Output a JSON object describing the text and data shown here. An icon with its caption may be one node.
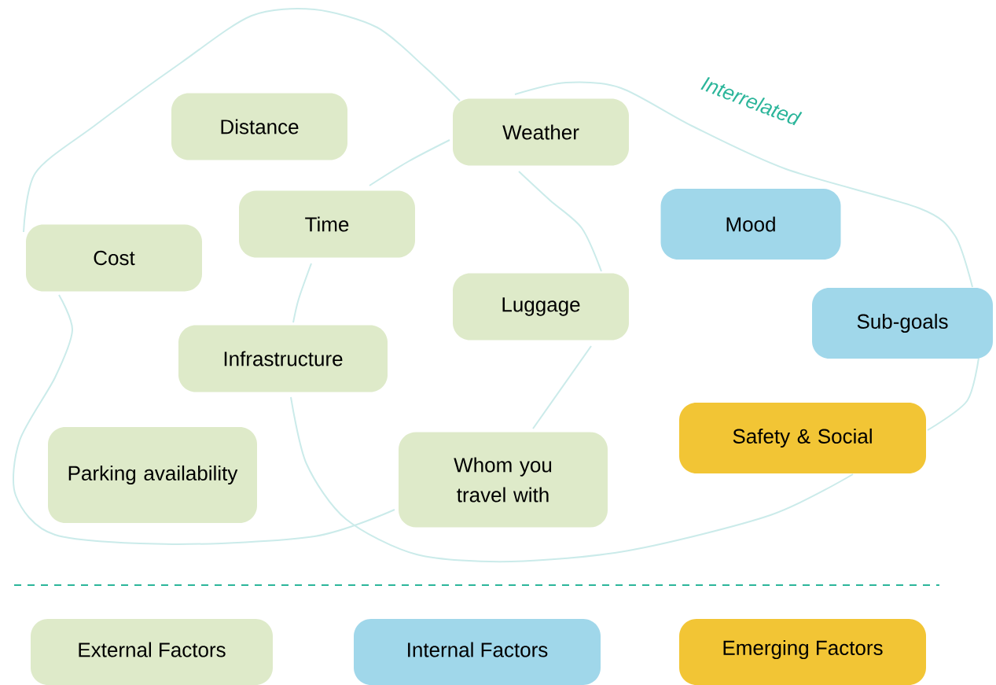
{
  "diagram": {
    "nodes": [
      {
        "text": [
          "Distance"
        ]
      },
      {
        "text": [
          "Weather"
        ]
      },
      {
        "text": [
          "Time"
        ]
      },
      {
        "text": [
          "Cost"
        ]
      },
      {
        "text": [
          "Mood"
        ]
      },
      {
        "text": [
          "Luggage"
        ]
      },
      {
        "text": [
          "Sub-goals"
        ]
      },
      {
        "text": [
          "Infrastructure"
        ]
      },
      {
        "text": [
          "Safety & Social"
        ]
      },
      {
        "text": [
          "Parking availability"
        ]
      },
      {
        "text": [
          "Whom you travel with"
        ]
      }
    ],
    "labels": [
      "Interrelated"
    ],
    "legend": [
      {
        "text": "External Factors",
        "color": "#deeac9"
      },
      {
        "text": "Internal Factors",
        "color": "#a0d7ea"
      },
      {
        "text": "Emerging Factors",
        "color": "#f2c535"
      }
    ]
  }
}
